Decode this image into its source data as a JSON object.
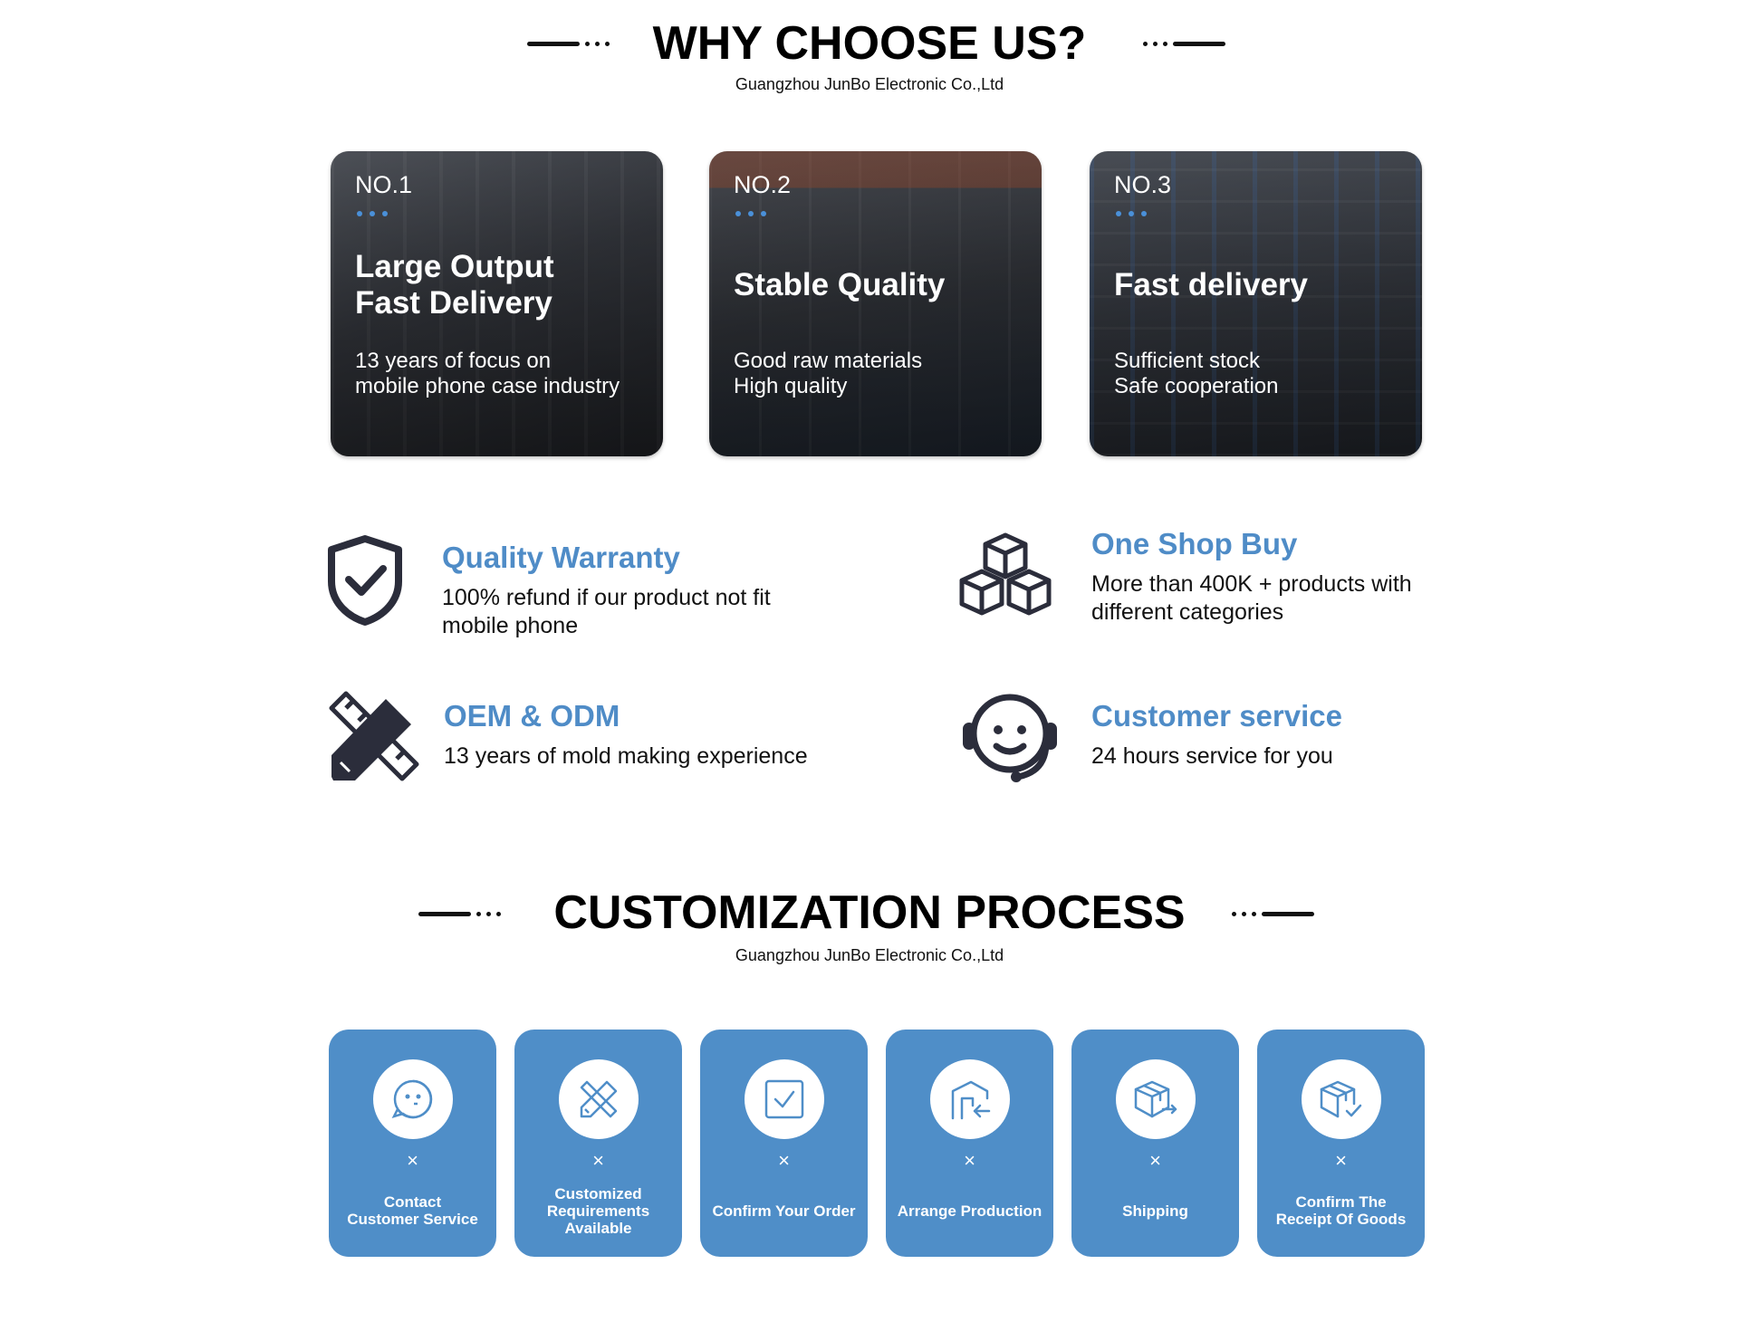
{
  "why": {
    "title": "WHY CHOOSE US?",
    "subtitle": "Guangzhou JunBo Electronic Co.,Ltd"
  },
  "cards": [
    {
      "num": "NO.1",
      "headline1": "Large Output",
      "headline2": "Fast Delivery",
      "desc1": "13 years of focus on",
      "desc2": "mobile phone case industry"
    },
    {
      "num": "NO.2",
      "headline1": "Stable Quality",
      "desc1": "Good raw materials",
      "desc2": "High quality"
    },
    {
      "num": "NO.3",
      "headline1": "Fast delivery",
      "desc1": "Sufficient stock",
      "desc2": "Safe cooperation"
    }
  ],
  "features": [
    {
      "title": "Quality Warranty",
      "desc1": "100% refund if our product not fit",
      "desc2": "mobile phone",
      "icon": "shield-check-icon"
    },
    {
      "title": "One Shop Buy",
      "desc1": "More than 400K + products with",
      "desc2": "different categories",
      "icon": "boxes-icon"
    },
    {
      "title": "OEM & ODM",
      "desc1": "13 years of mold making experience",
      "icon": "pencil-ruler-icon"
    },
    {
      "title": "Customer service",
      "desc1": "24 hours service for you",
      "icon": "headset-icon"
    }
  ],
  "process": {
    "title": "CUSTOMIZATION PROCESS",
    "subtitle": "Guangzhou JunBo Electronic Co.,Ltd",
    "separator": "×",
    "steps": [
      {
        "line1": "Contact",
        "line2": "Customer Service",
        "icon": "chat-face-icon"
      },
      {
        "line1": "Customized",
        "line2": "Requirements",
        "line3": "Available",
        "icon": "design-tools-icon"
      },
      {
        "line1": "Confirm Your Order",
        "icon": "checkbox-icon"
      },
      {
        "line1": "Arrange Production",
        "icon": "factory-icon"
      },
      {
        "line1": "Shipping",
        "icon": "box-arrow-icon"
      },
      {
        "line1": "Confirm The",
        "line2": "Receipt Of Goods",
        "icon": "box-check-icon"
      }
    ]
  },
  "colors": {
    "accent": "#4f8cc7",
    "step_bg": "#4f8ec8",
    "icon_dark": "#2b2d3b"
  }
}
